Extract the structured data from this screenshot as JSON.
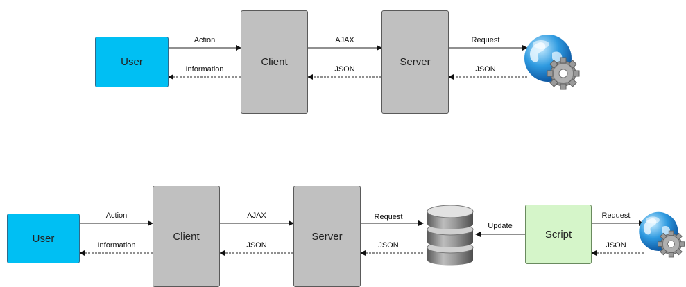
{
  "diagram1": {
    "user": "User",
    "client": "Client",
    "server": "Server",
    "action": "Action",
    "information": "Information",
    "ajax": "AJAX",
    "json1": "JSON",
    "request": "Request",
    "json2": "JSON"
  },
  "diagram2": {
    "user": "User",
    "client": "Client",
    "server": "Server",
    "script": "Script",
    "action": "Action",
    "information": "Information",
    "ajax": "AJAX",
    "json1": "JSON",
    "request1": "Request",
    "json2": "JSON",
    "update": "Update",
    "request2": "Request",
    "json3": "JSON"
  },
  "icons": [
    "globe-gear-icon",
    "database-icon"
  ],
  "colors": {
    "user": "#00bff3",
    "node": "#c0c0c0",
    "script": "#d5f5c9"
  }
}
